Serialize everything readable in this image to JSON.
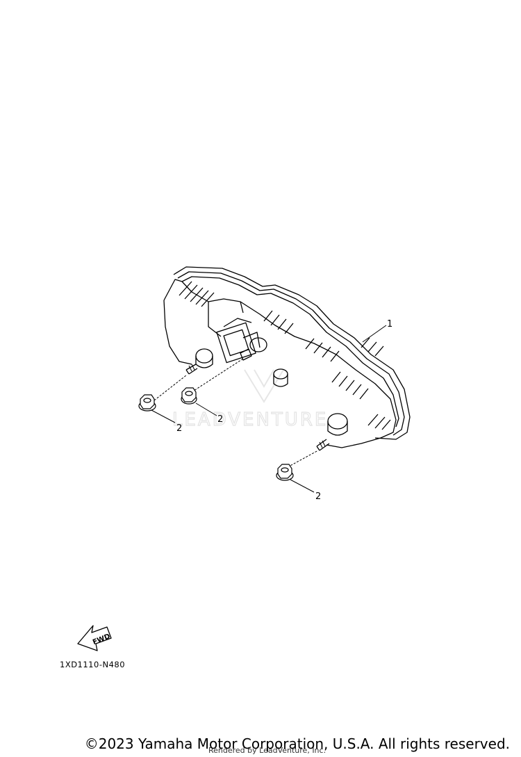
{
  "diagram": {
    "callouts": [
      {
        "id": "1"
      },
      {
        "id": "2"
      },
      {
        "id": "2"
      },
      {
        "id": "2"
      }
    ],
    "watermark": "LEADVENTURE",
    "fwd_label": "FWD",
    "part_code": "1XD1110-N480"
  },
  "footer": {
    "copyright": "©2023 Yamaha Motor Corporation, U.S.A. All rights reserved.",
    "rendered_by": "Rendered by LeadVenture, Inc."
  }
}
